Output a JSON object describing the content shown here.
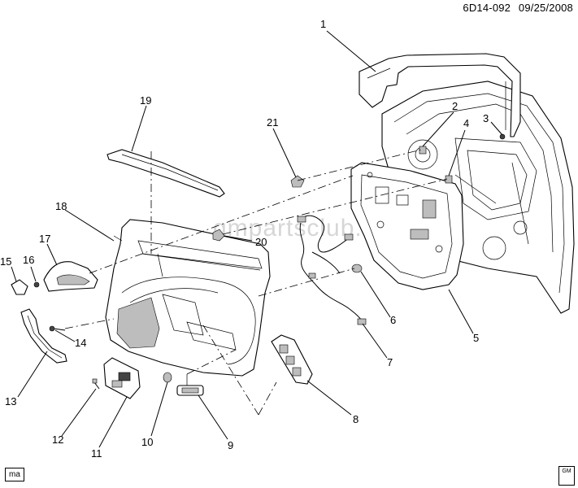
{
  "header": {
    "diagram_code": "6D14-092",
    "date": "09/25/2008"
  },
  "footer": {
    "left_tag": "ma",
    "right_badge": "GM"
  },
  "watermark": "gmpartsclub.ru",
  "callouts": [
    {
      "id": "1",
      "label": "1"
    },
    {
      "id": "2",
      "label": "2"
    },
    {
      "id": "3",
      "label": "3"
    },
    {
      "id": "4",
      "label": "4"
    },
    {
      "id": "5",
      "label": "5"
    },
    {
      "id": "6",
      "label": "6"
    },
    {
      "id": "7",
      "label": "7"
    },
    {
      "id": "8",
      "label": "8"
    },
    {
      "id": "9",
      "label": "9"
    },
    {
      "id": "10",
      "label": "10"
    },
    {
      "id": "11",
      "label": "11"
    },
    {
      "id": "12",
      "label": "12"
    },
    {
      "id": "13",
      "label": "13"
    },
    {
      "id": "14",
      "label": "14"
    },
    {
      "id": "15",
      "label": "15"
    },
    {
      "id": "16",
      "label": "16"
    },
    {
      "id": "17",
      "label": "17"
    },
    {
      "id": "18",
      "label": "18"
    },
    {
      "id": "19",
      "label": "19"
    },
    {
      "id": "20",
      "label": "20"
    },
    {
      "id": "21",
      "label": "21"
    }
  ]
}
